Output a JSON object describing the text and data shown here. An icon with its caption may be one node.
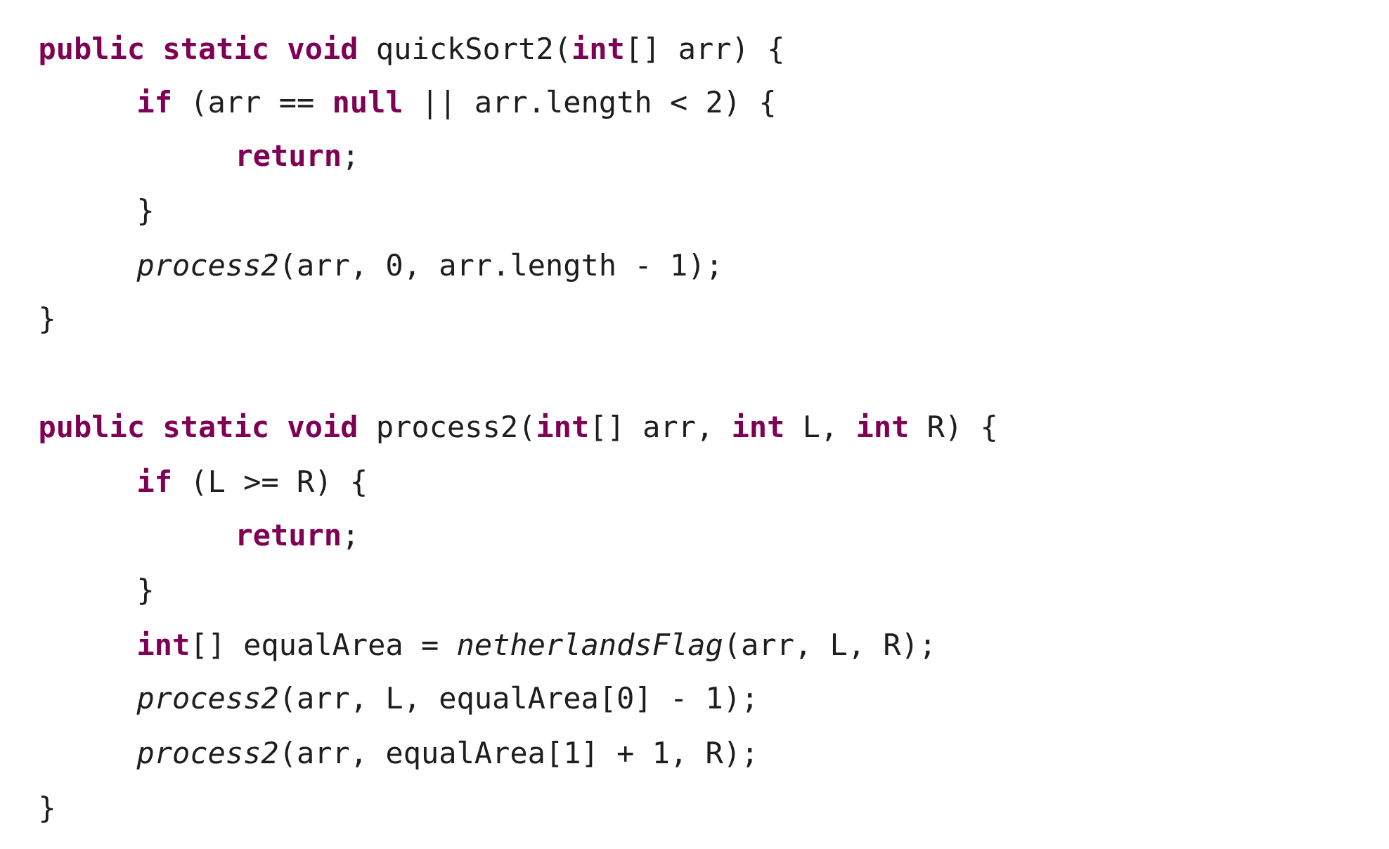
{
  "diagram": {
    "labels": [
      "**public static void** quickSort2(**int**[] arr) {",
      "**if** (arr == **null** || arr.length < 2) {",
      "**return**;",
      "}",
      "*process2*(arr, 0, arr.length - 1);",
      "}",
      "**public static void** process2(**int**[] arr, **int** L, **int** R) {",
      "**if** (L >= R) {",
      "**return**;",
      "}",
      "**int**[] equalArea = *netherlandsFlag*(arr, L, R);",
      "*process2*(arr, L, equalArea[0] - 1);",
      "*process2*(arr, equalArea[1] + 1, R);",
      "}"
    ]
  }
}
